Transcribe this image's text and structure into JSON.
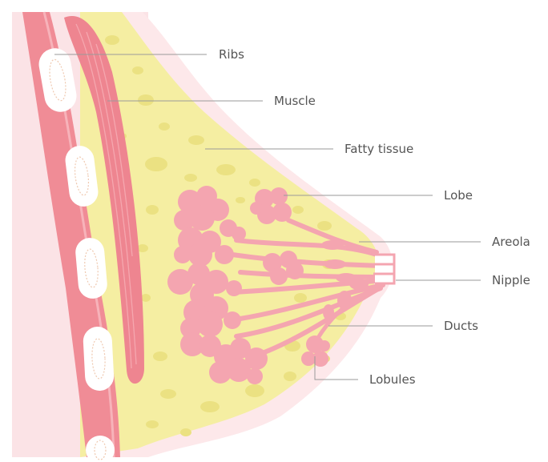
{
  "labels": {
    "ribs": "Ribs",
    "muscle": "Muscle",
    "fatty_tissue": "Fatty tissue",
    "lobe": "Lobe",
    "areola": "Areola",
    "nipple": "Nipple",
    "ducts": "Ducts",
    "lobules": "Lobules"
  },
  "colors": {
    "skin": "#fde8ea",
    "chest_wall": "#fbe3e6",
    "fat": "#f5eea2",
    "fat_blob": "#ebe182",
    "rib_band": "#f08c96",
    "rib": "#ffffff",
    "muscle": "#ee8590",
    "gland": "#f4a5b0",
    "label_text": "#555555",
    "leader_line": "#9a9a9a"
  }
}
